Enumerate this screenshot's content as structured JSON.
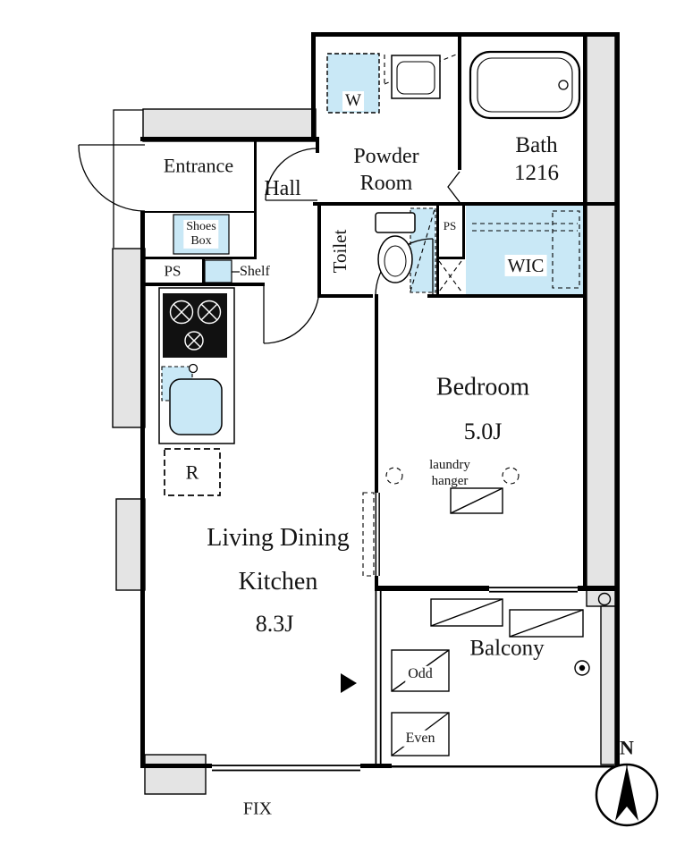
{
  "colors": {
    "wall": "#000000",
    "structure_gray": "#e4e4e4",
    "water_blue": "#c9e8f6",
    "text": "#141414"
  },
  "rooms": {
    "entrance": {
      "label": "Entrance"
    },
    "hall": {
      "label": "Hall"
    },
    "powder_room": {
      "label": "Powder\nRoom"
    },
    "bath": {
      "label": "Bath\n1216"
    },
    "toilet": {
      "label": "Toilet"
    },
    "wic": {
      "label": "WIC"
    },
    "bedroom": {
      "label": "Bedroom",
      "size": "5.0J"
    },
    "ldk": {
      "label": "Living Dining\nKitchen",
      "size": "8.3J"
    },
    "balcony": {
      "label": "Balcony"
    }
  },
  "fixtures": {
    "washer": {
      "label": "W"
    },
    "shoes_box": {
      "label": "Shoes\nBox"
    },
    "shelf": {
      "label": "Shelf"
    },
    "ps_left": {
      "label": "PS"
    },
    "ps_right": {
      "label": "PS"
    },
    "refrigerator": {
      "label": "R"
    },
    "laundry_hanger": {
      "label": "laundry\nhanger"
    },
    "ac_odd": {
      "label": "Odd"
    },
    "ac_even": {
      "label": "Even"
    },
    "fix_window": {
      "label": "FIX"
    }
  },
  "compass": {
    "north": "N"
  },
  "icons": {
    "north_arrow": "circle-with-black-needle",
    "bathtub": "double-rounded-rectangle",
    "toilet": "tank-and-oval-bowl",
    "stove": "black-box-with-three-burners",
    "kitchen_sink": "blue-rounded-basin",
    "washbasin": "rect-with-rounded-bowl",
    "door_swing": "quarter-circle-arc",
    "direction_marker": "black-right-triangle"
  }
}
